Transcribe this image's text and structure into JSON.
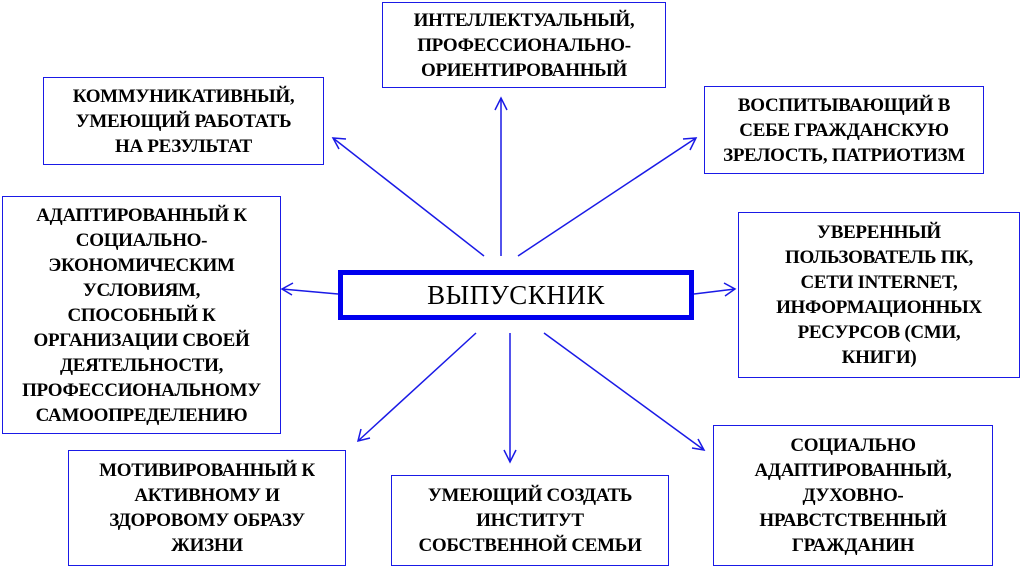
{
  "diagram": {
    "center": {
      "label": "ВЫПУСКНИК"
    },
    "nodes": [
      {
        "id": "top",
        "label": "ИНТЕЛЛЕКТУАЛЬНЫЙ,\nПРОФЕССИОНАЛЬНО-\nОРИЕНТИРОВАННЫЙ"
      },
      {
        "id": "top-left",
        "label": "КОММУНИКАТИВНЫЙ,\nУМЕЮЩИЙ РАБОТАТЬ\nНА РЕЗУЛЬТАТ"
      },
      {
        "id": "top-right",
        "label": "ВОСПИТЫВАЮЩИЙ В\nСЕБЕ ГРАЖДАНСКУЮ\nЗРЕЛОСТЬ, ПАТРИОТИЗМ"
      },
      {
        "id": "left",
        "label": "АДАПТИРОВАННЫЙ К\nСОЦИАЛЬНО-\nЭКОНОМИЧЕСКИМ\nУСЛОВИЯМ,\nСПОСОБНЫЙ К\nОРГАНИЗАЦИИ СВОЕЙ\nДЕЯТЕЛЬНОСТИ,\nПРОФЕССИОНАЛЬНОМУ\nСАМООПРЕДЕЛЕНИЮ"
      },
      {
        "id": "right",
        "label": "УВЕРЕННЫЙ\nПОЛЬЗОВАТЕЛЬ ПК,\nСЕТИ INTERNET,\nИНФОРМАЦИОННЫХ\nРЕСУРСОВ (СМИ,\nКНИГИ)"
      },
      {
        "id": "bottom-left",
        "label": "МОТИВИРОВАННЫЙ К\nАКТИВНОМУ И\nЗДОРОВОМУ ОБРАЗУ\nЖИЗНИ"
      },
      {
        "id": "bottom",
        "label": "УМЕЮЩИЙ СОЗДАТЬ\nИНСТИТУТ\nСОБСТВЕННОЙ СЕМЬИ"
      },
      {
        "id": "bottom-right",
        "label": "СОЦИАЛЬНО\nАДАПТИРОВАННЫЙ,\nДУХОВНО-\nНРАВСТСТВЕННЫЙ\nГРАЖДАНИН"
      }
    ],
    "colors": {
      "border": "#1a1ae6",
      "center_border": "#0000ee",
      "text": "#000000"
    }
  }
}
